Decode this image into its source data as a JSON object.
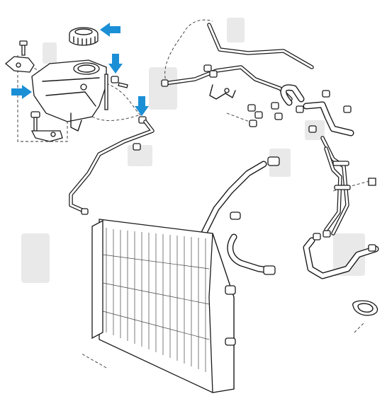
{
  "diagram": {
    "arrow_color": "#1b8fd6",
    "line_color": "#1a1a1a",
    "background": "#ffffff",
    "watermark_color": "#e9e9e9",
    "arrows": [
      {
        "id": "cap",
        "direction": "left"
      },
      {
        "id": "tank-side",
        "direction": "right"
      },
      {
        "id": "tank-outlet",
        "direction": "down"
      },
      {
        "id": "hose-joint",
        "direction": "down"
      }
    ]
  }
}
